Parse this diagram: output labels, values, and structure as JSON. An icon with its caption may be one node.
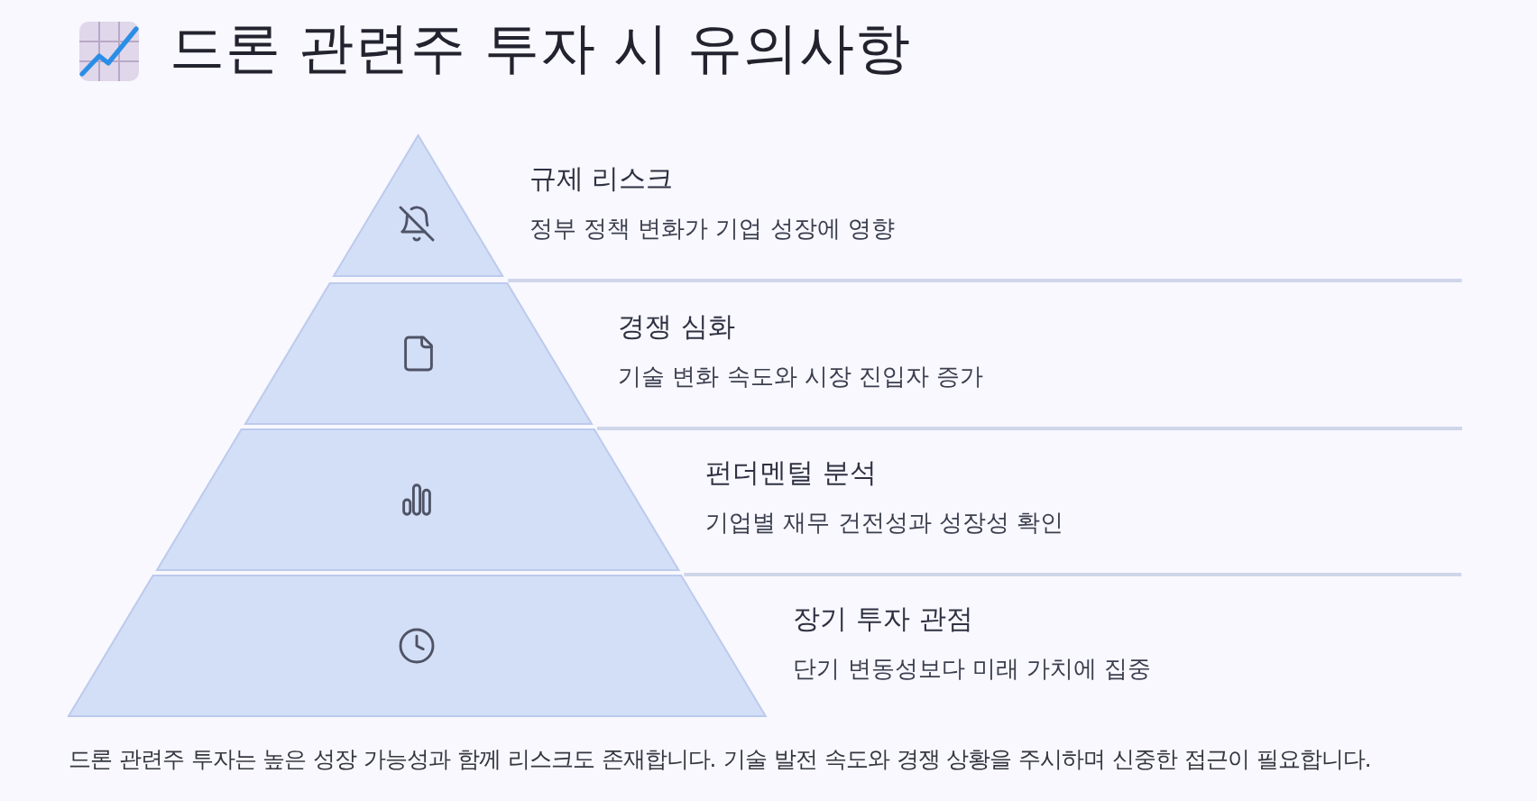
{
  "diagram": {
    "title": "드론 관련주 투자 시 유의사항",
    "nodes": [
      {
        "text": [
          "규제 리스크",
          "정부 정책 변화가 기업 성장에 영향"
        ]
      },
      {
        "text": [
          "경쟁 심화",
          "기술 변화 속도와 시장 진입자 증가"
        ]
      },
      {
        "text": [
          "펀더멘털 분석",
          "기업별 재무 건전성과 성장성 확인"
        ]
      },
      {
        "text": [
          "장기 투자 관점",
          "단기 변동성보다 미래 가치에 집중"
        ]
      }
    ],
    "caption": "드론 관련주 투자는 높은 성장 가능성과 함께 리스크도 존재합니다. 기술 발전 속도와 경쟁 상황을 주시하며 신중한 접근이 필요합니다."
  }
}
